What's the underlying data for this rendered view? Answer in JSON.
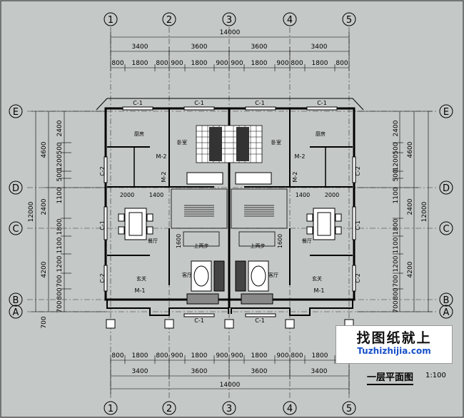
{
  "axes": {
    "columns": [
      "1",
      "2",
      "3",
      "4",
      "5"
    ],
    "rows": [
      "E",
      "D",
      "C",
      "B",
      "A"
    ]
  },
  "dims": {
    "overall": "14000",
    "bays": [
      "3400",
      "3600",
      "3600",
      "3400"
    ],
    "sub": [
      "800",
      "1800",
      "800",
      "900",
      "1800",
      "900",
      "900",
      "1800",
      "900",
      "800",
      "1800",
      "800"
    ],
    "left_total": "4600",
    "depth_total": "12000",
    "left_side": [
      "2400",
      "500",
      "1200",
      "500",
      "1100",
      "2400",
      "1800",
      "1100",
      "1200",
      "700",
      "800",
      "700"
    ],
    "left_major": [
      "4600",
      "4200"
    ],
    "right_side": [
      "2400",
      "500",
      "1200",
      "500",
      "1100",
      "2400",
      "1800",
      "1100",
      "1200",
      "700",
      "800",
      "700"
    ],
    "interior_2000": "2000",
    "interior_1400": "1400",
    "interior_1600": "1600",
    "outer_700": "700"
  },
  "windows": {
    "c1": "C-1",
    "c2": "C-2",
    "m1": "M-1",
    "m2": "M-2"
  },
  "rooms": {
    "kitchen": "厨房",
    "bedroom": "卧室",
    "dining": "餐厅",
    "living": "客厅",
    "entry": "玄关",
    "step": "上两步"
  },
  "brand": {
    "main": "找图纸就上",
    "sub": "Tuzhizhijia.com"
  },
  "title": "一层平面图",
  "scale": "1:100"
}
